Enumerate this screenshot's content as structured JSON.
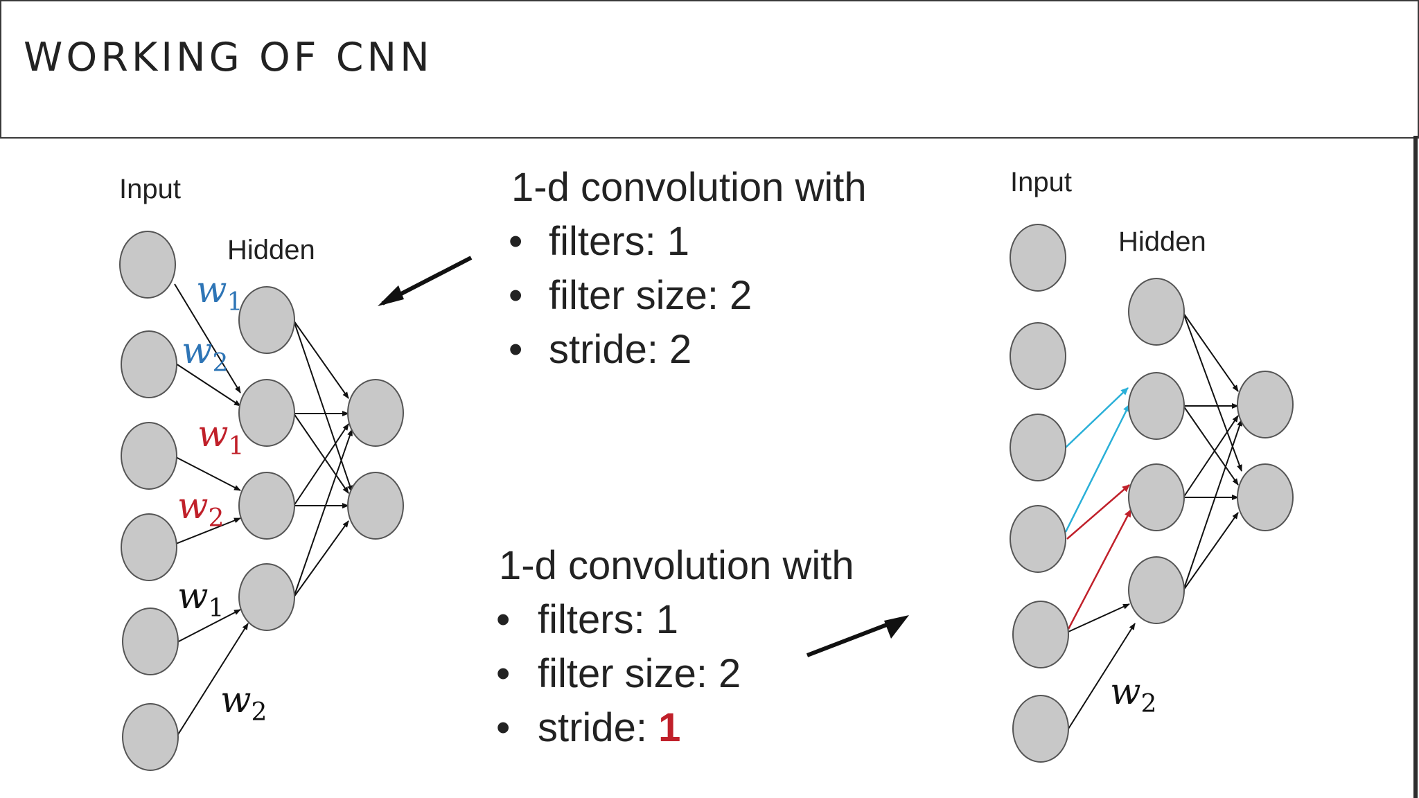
{
  "slide": {
    "title": "WORKING OF CNN"
  },
  "labels": {
    "input": "Input",
    "hidden": "Hidden"
  },
  "weights": {
    "w1": "w",
    "w1_sub": "1",
    "w2": "w",
    "w2_sub": "2"
  },
  "stride2_box": {
    "heading": "1-d convolution with",
    "bullet_glyph": "•",
    "items": [
      "filters: 1",
      "filter size: 2",
      "stride: 2"
    ]
  },
  "stride1_box": {
    "heading": "1-d convolution with",
    "bullet_glyph": "•",
    "items": [
      "filters: 1",
      "filter size: 2"
    ],
    "stride_prefix": "stride: ",
    "stride_value": "1"
  },
  "colors": {
    "blue_weight": "#2e75b6",
    "red_weight": "#c0202a",
    "cyan_edge": "#2ab0d8",
    "red_edge": "#c0202a",
    "node_fill": "#c8c8c8"
  }
}
